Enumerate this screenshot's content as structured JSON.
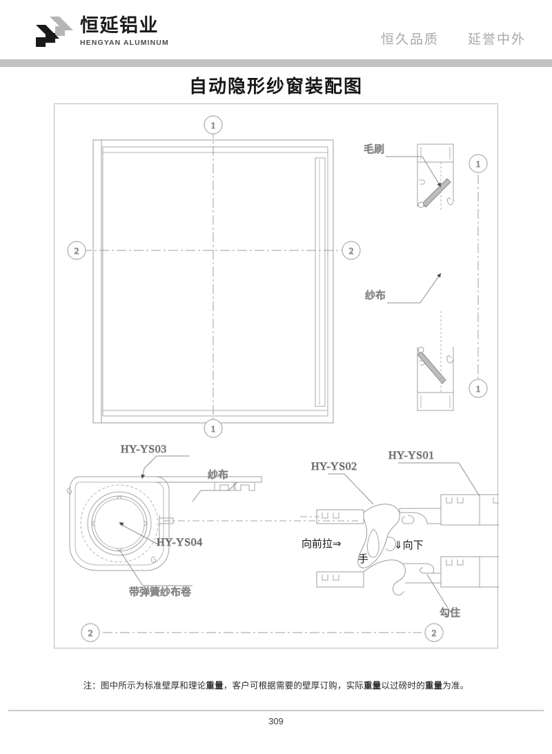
{
  "header": {
    "logo_cn": "恒延铝业",
    "logo_en": "HENGYAN ALUMINUM",
    "logo_icon": "hy-monogram-icon",
    "tagline_left": "恒久品质",
    "tagline_right": "延誉中外",
    "bar_color": "#c2c2c2"
  },
  "title": "自动隐形纱窗装配图",
  "drawing": {
    "section_markers": {
      "top": "1",
      "bottom": "1",
      "left": "2",
      "right": "2",
      "detail_top": "1",
      "detail_bottom": "1",
      "bottom_left": "2",
      "bottom_right": "2"
    },
    "labels": {
      "brush": "毛刷",
      "mesh_upper": "纱布",
      "mesh_lower": "纱布",
      "part_ys03": "HY-YS03",
      "part_ys04": "HY-YS04",
      "part_ys02": "HY-YS02",
      "part_ys01": "HY-YS01",
      "spring_roll": "带弹簧纱布卷",
      "pull_forward": "向前拉⇒",
      "hand": "手",
      "push_down": "⇓向下",
      "hook": "勾住"
    }
  },
  "note": {
    "prefix": "注：图中所示为标准壁厚和理论",
    "bold1": "重量",
    "middle": "，客户可根据需要的壁厚订购，实际",
    "bold2": "重量",
    "middle2": "以过磅时的",
    "bold3": "重量",
    "suffix": "为准。"
  },
  "page_number": "309"
}
